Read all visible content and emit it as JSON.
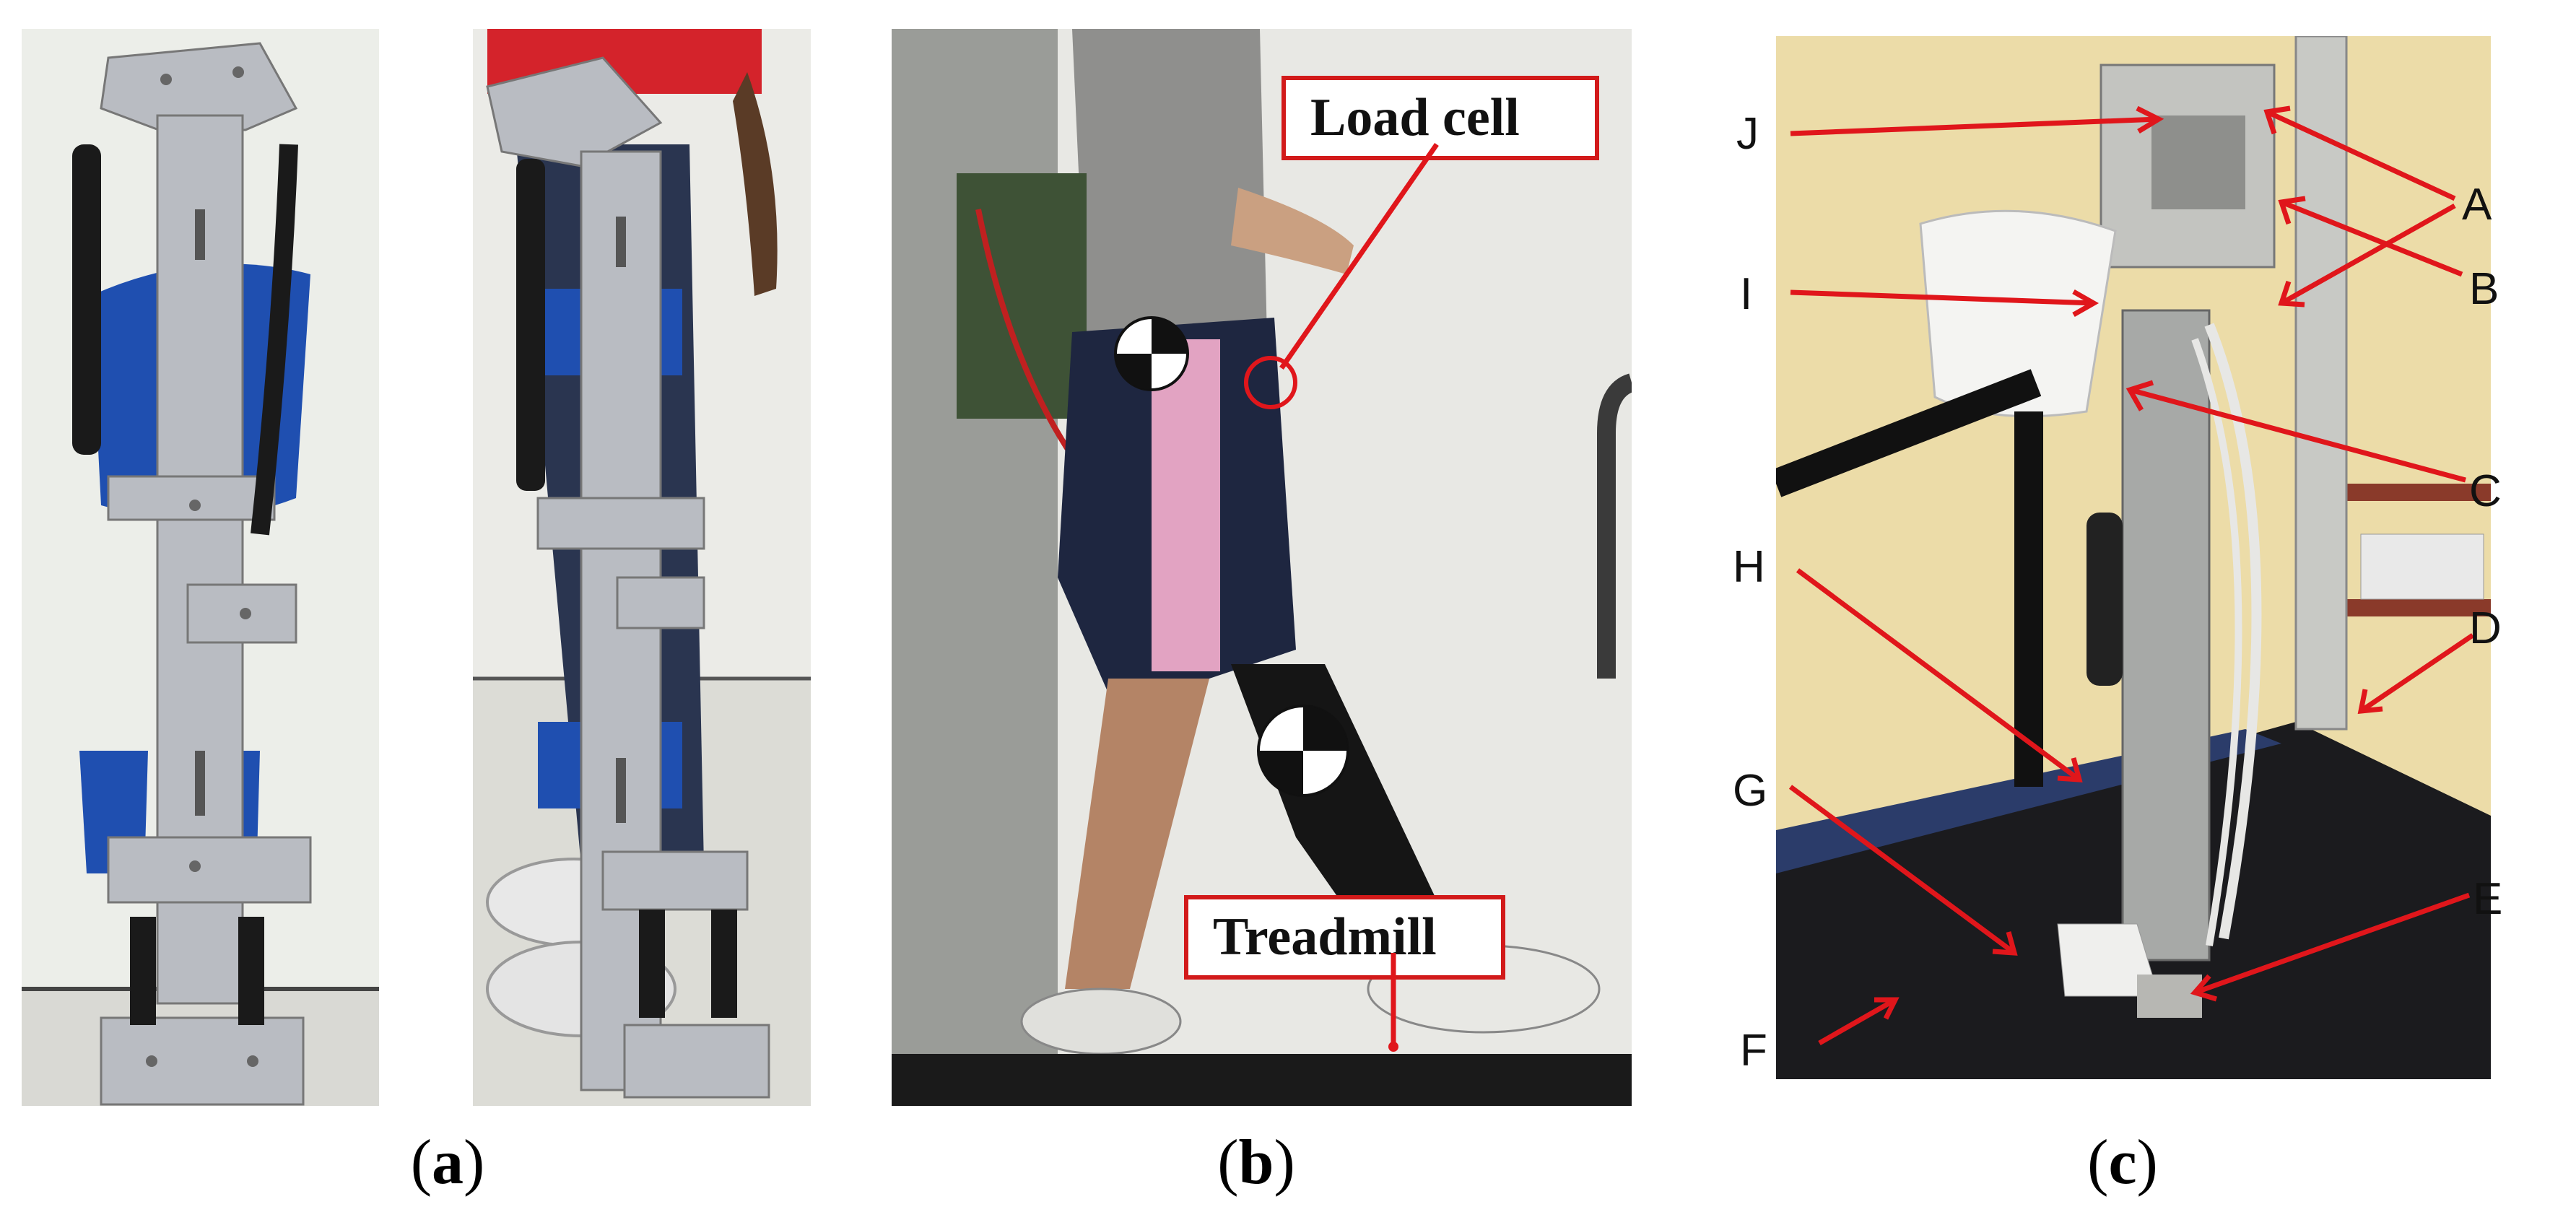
{
  "panels": [
    {
      "id": "a",
      "caption": "a"
    },
    {
      "id": "b",
      "caption": "b"
    },
    {
      "id": "c",
      "caption": "c"
    }
  ],
  "panel_b_labels": {
    "load_cell": "Load cell",
    "treadmill": "Treadmill"
  },
  "panel_c_labels": [
    "A",
    "B",
    "C",
    "D",
    "E",
    "F",
    "G",
    "H",
    "I",
    "J"
  ],
  "colors": {
    "annotation": "#e0161b",
    "brace_blue": "#1f4fb0",
    "metal": "#b9bcc2",
    "floor": "#1b1b1e"
  }
}
